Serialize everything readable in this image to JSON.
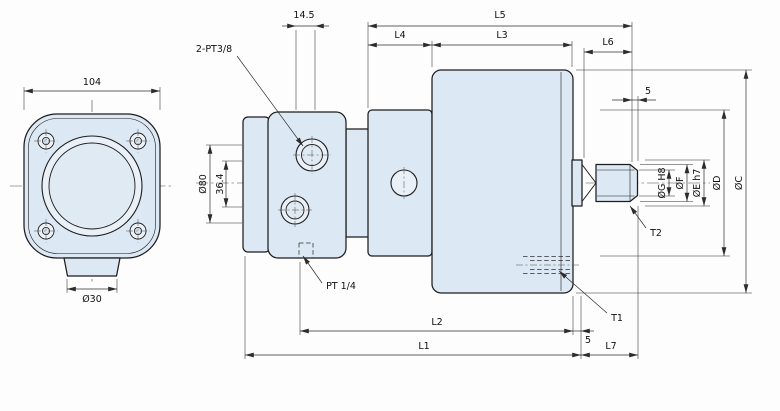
{
  "colors": {
    "body_fill": "#dce8f3",
    "line": "#1d1d1d",
    "background": "#fdfdfd"
  },
  "front_view": {
    "dim_width": "104",
    "dim_shaft": "Ø30"
  },
  "side_view": {
    "dim_offset_top": "14.5",
    "dim_l5": "L5",
    "dim_l4": "L4",
    "dim_l3": "L3",
    "dim_l6": "L6",
    "dim_chamfer_top": "5",
    "label_ports": "2-PT3/8",
    "dim_pilot": "Ø80",
    "dim_port_spacing": "36.4",
    "label_drain": "PT 1/4",
    "dim_g": "ØG H8",
    "dim_f": "ØF",
    "dim_e": "ØE h7",
    "dim_d": "ØD",
    "dim_c": "ØC",
    "label_t2": "T2",
    "label_t1": "T1",
    "dim_l2": "L2",
    "dim_offset_bottom": "5",
    "dim_l1": "L1",
    "dim_l7": "L7"
  }
}
